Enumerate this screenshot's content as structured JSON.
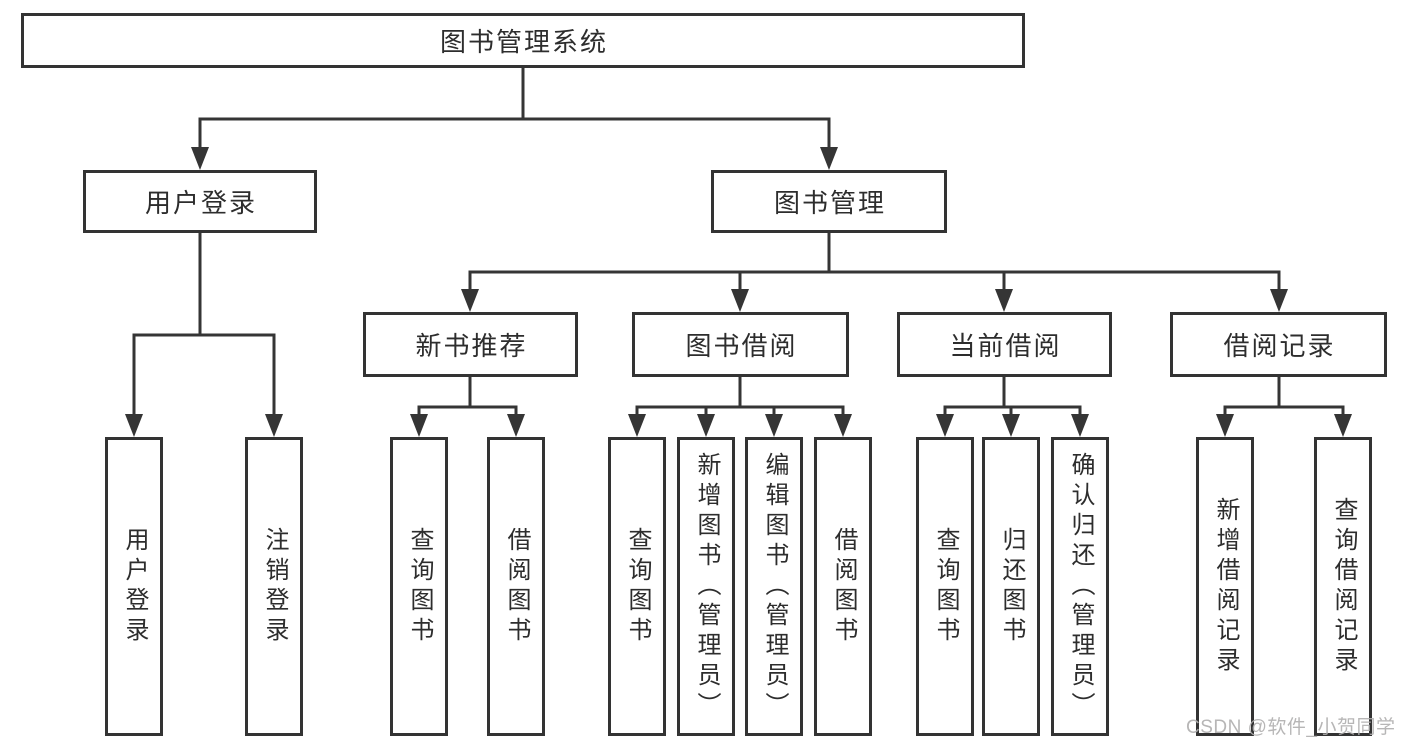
{
  "watermark": "CSDN @软件_小贺同学",
  "colors": {
    "line": "#353535",
    "border": "#333333",
    "text": "#2d2d2d",
    "background": "#ffffff",
    "watermark": "#b0afaf"
  },
  "tree": {
    "root": "图书管理系统",
    "login": {
      "label": "用户登录",
      "children": [
        "用户登录",
        "注销登录"
      ]
    },
    "management": {
      "label": "图书管理",
      "groups": [
        {
          "label": "新书推荐",
          "children": [
            "查询图书",
            "借阅图书"
          ]
        },
        {
          "label": "图书借阅",
          "children": [
            "查询图书",
            "新增图书（管理员）",
            "编辑图书（管理员）",
            "借阅图书"
          ]
        },
        {
          "label": "当前借阅",
          "children": [
            "查询图书",
            "归还图书",
            "确认归还（管理员）"
          ]
        },
        {
          "label": "借阅记录",
          "children": [
            "新增借阅记录",
            "查询借阅记录"
          ]
        }
      ]
    }
  }
}
